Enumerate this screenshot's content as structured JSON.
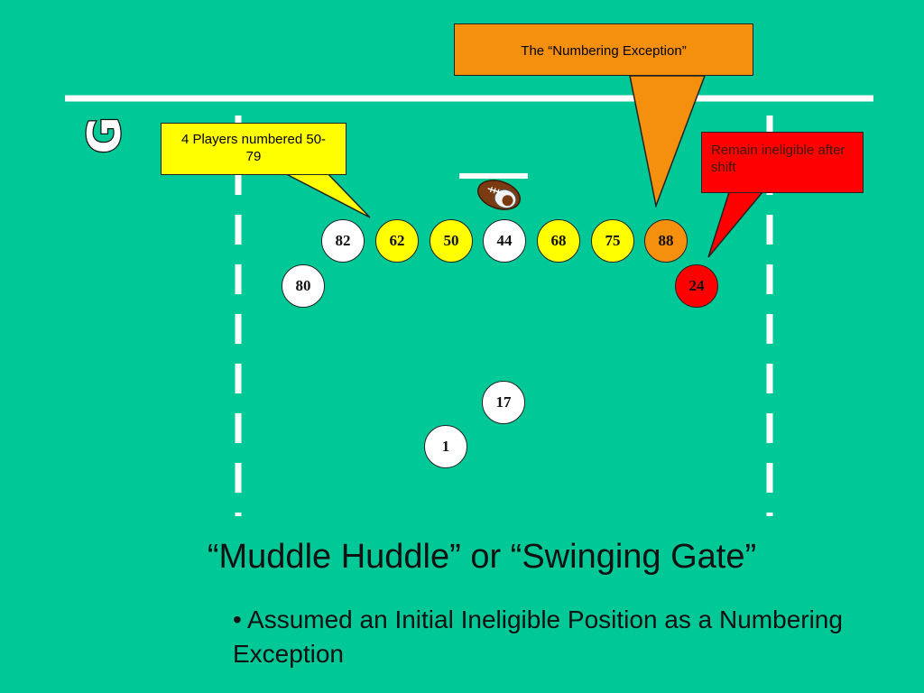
{
  "callouts": {
    "numbering_exception": "The “Numbering Exception”",
    "players_50_79": "4 Players numbered 50-79",
    "remain_ineligible": "Remain ineligible after shift"
  },
  "players": {
    "n82": "82",
    "n62": "62",
    "n50": "50",
    "n44": "44",
    "n68": "68",
    "n75": "75",
    "n88": "88",
    "n80": "80",
    "n24": "24",
    "n17": "17",
    "n1": "1"
  },
  "logo": {
    "letter": "G"
  },
  "title": "“Muddle Huddle” or “Swinging Gate”",
  "bullet": "• Assumed an Initial Ineligible Position as a Numbering Exception",
  "colors": {
    "field": "#00C896",
    "yellow": "#FFFF00",
    "orange": "#F5900F",
    "red": "#FF0000",
    "white": "#FFFFFF"
  }
}
